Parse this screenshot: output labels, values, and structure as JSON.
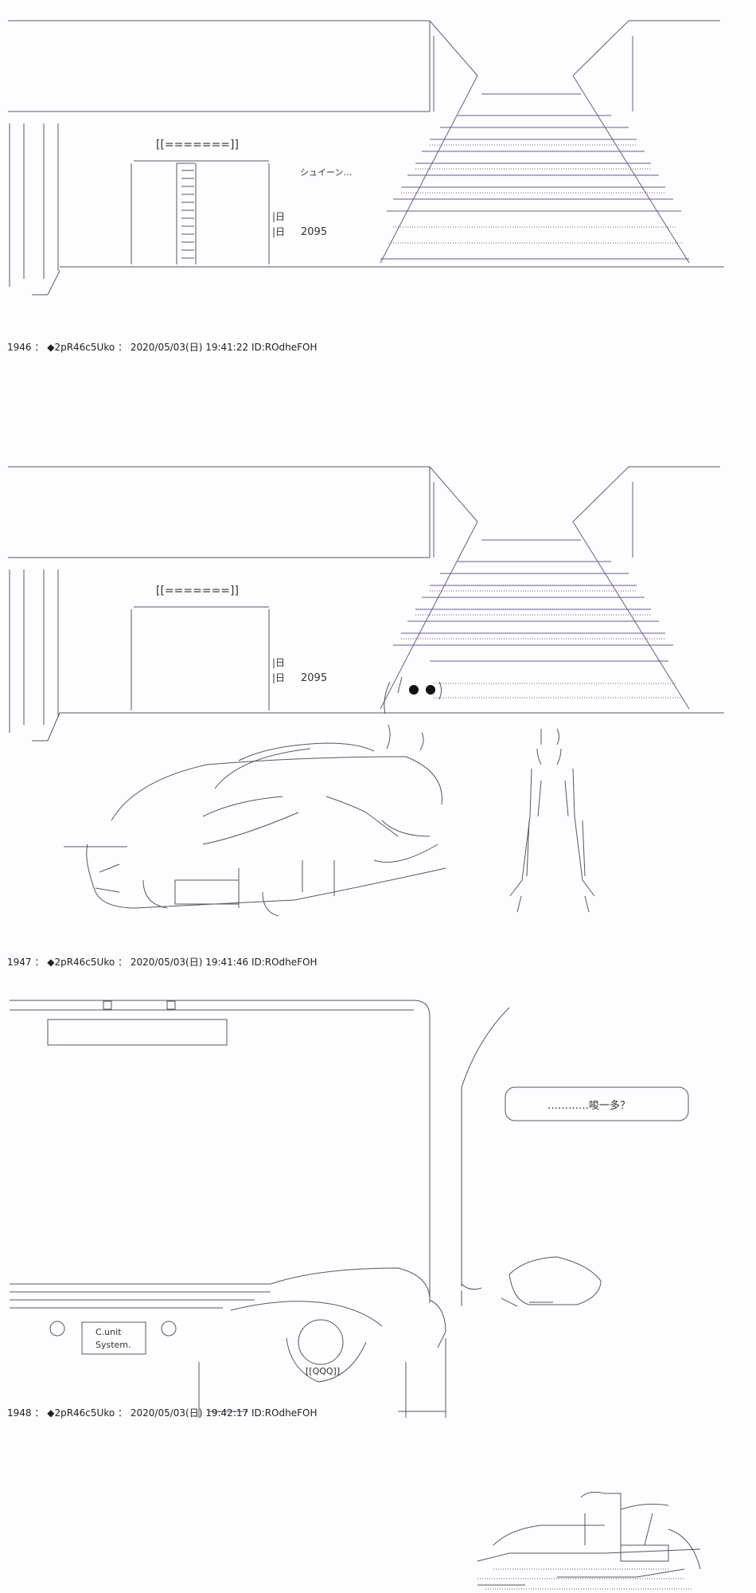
{
  "panels": [
    {
      "sign": "[[=======]]",
      "sfx": "シュイーン…",
      "year": "2095",
      "door_mark": "|日",
      "header": {
        "num": "1946",
        "sep": "：",
        "name": "◆2pR46c5Uko",
        "date": "2020/05/03(日) 19:41:22",
        "id": "ID:ROdheFOH"
      }
    },
    {
      "sign": "[[=======]]",
      "year": "2095",
      "door_mark": "|日",
      "header": {
        "num": "1947",
        "sep": "：",
        "name": "◆2pR46c5Uko",
        "date": "2020/05/03(日) 19:41:46",
        "id": "ID:ROdheFOH"
      }
    },
    {
      "speech": "…………唆一多？",
      "console_line1": "C.unit",
      "console_line2": "System.",
      "dial": "[[QQQ]]",
      "header": {
        "num": "1948",
        "sep": "：",
        "name": "◆2pR46c5Uko",
        "date": "2020/05/03(日) 19:42:17",
        "id": "ID:ROdheFOH"
      }
    }
  ]
}
